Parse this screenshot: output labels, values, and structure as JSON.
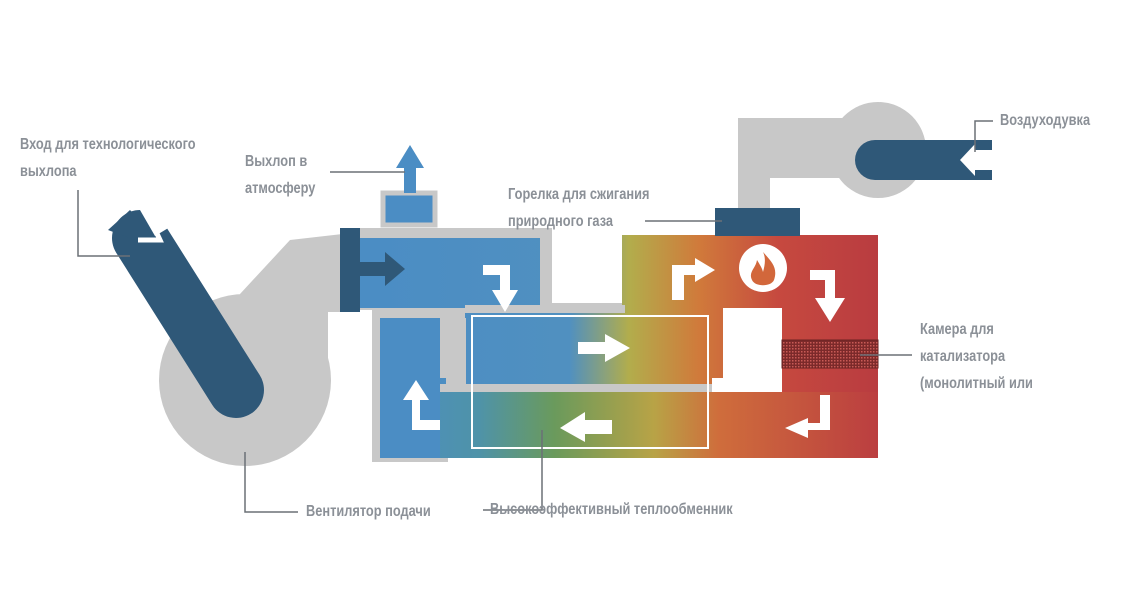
{
  "labels": {
    "inlet": [
      "Вход для технологического",
      "выхлопа"
    ],
    "exhaust": [
      "Выхлоп в",
      "атмосферу"
    ],
    "burner": [
      "Горелка для сжигания",
      "природного газа"
    ],
    "blower": "Воздуходувка",
    "catalyst": [
      "Камера для",
      "катализатора",
      "(монолитный или"
    ],
    "fan": "Вентилятор подачи",
    "heat_exchanger": "Высокоэффективный теплообменник"
  },
  "icons": {
    "burner_flame": "flame-icon"
  },
  "colors": {
    "dark_blue": "#2f5878",
    "cold_blue": "#4b8dc4",
    "mid_yellow": "#b9ae46",
    "hot_red": "#bd4240",
    "gray": "#c8c8c8",
    "label_gray": "#8b9097"
  }
}
